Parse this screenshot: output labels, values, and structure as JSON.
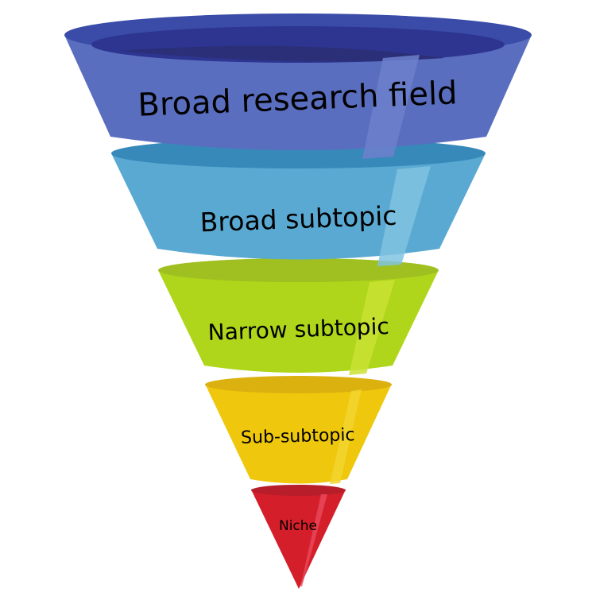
{
  "title": "Research topic funnel",
  "levels": [
    {
      "label": "Broad research field",
      "body": "#5a6ec0",
      "rim": "#3a4ca8",
      "inner": "#2d3590",
      "inner_deep": "#2b2f78",
      "shine": "#6c80cc"
    },
    {
      "label": "Broad subtopic",
      "body": "#5aa9d2",
      "rim": "#3789ba",
      "shine": "#80c3e0"
    },
    {
      "label": "Narrow subtopic",
      "body": "#afd61a",
      "rim": "#9fc020",
      "shine": "#c9e232"
    },
    {
      "label": "Sub-subtopic",
      "body": "#efc70c",
      "rim": "#dbb110",
      "shine": "#f1d52f"
    },
    {
      "label": "Niche",
      "body": "#d41f2a",
      "rim": "#b81e2a",
      "shine": "#e84a5c"
    }
  ]
}
